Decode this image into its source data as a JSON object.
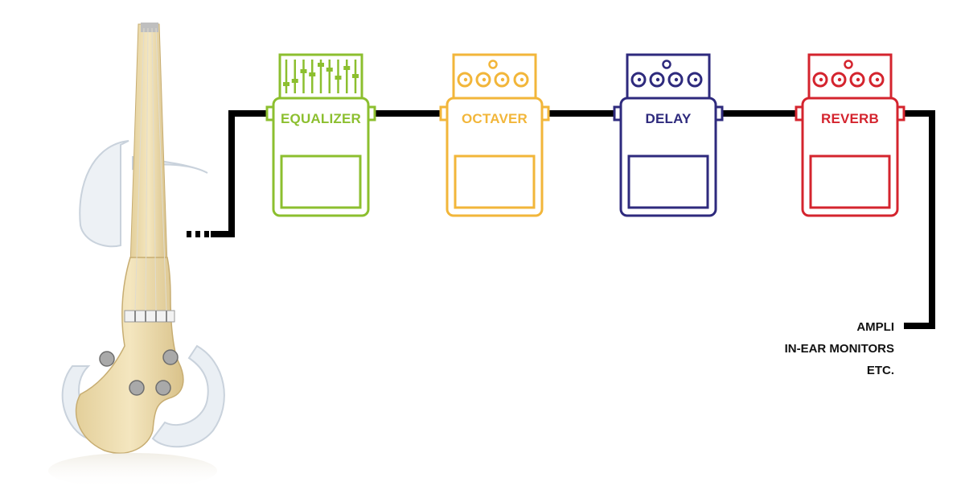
{
  "diagram": {
    "pedals": [
      {
        "label": "EQUALIZER",
        "color": "#8cbf2f",
        "top_style": "sliders"
      },
      {
        "label": "OCTAVER",
        "color": "#f2b63a",
        "top_style": "knobs"
      },
      {
        "label": "DELAY",
        "color": "#2e2a7d",
        "top_style": "knobs"
      },
      {
        "label": "REVERB",
        "color": "#d4242e",
        "top_style": "knobs"
      }
    ],
    "outputs": [
      "AMPLI",
      "IN-EAR MONITORS",
      "ETC."
    ],
    "cable_color": "#000000",
    "instrument": "electric-violin-image"
  }
}
